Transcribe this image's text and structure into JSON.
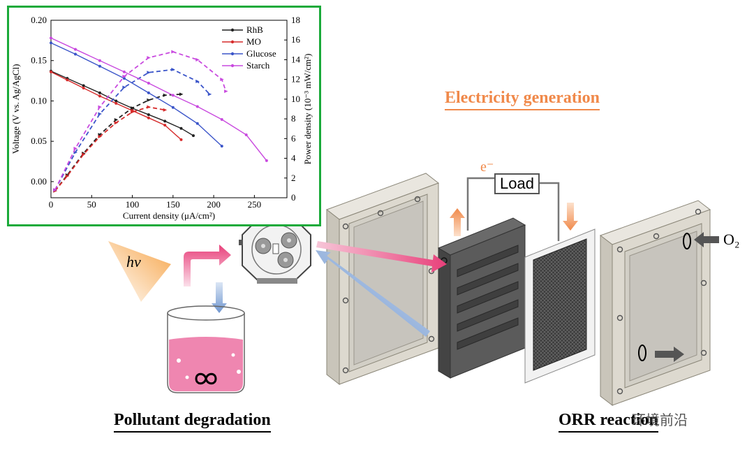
{
  "chart_data": {
    "type": "line",
    "xlabel": "Current density (μA/cm²)",
    "ylabel_left": "Voltage (V vs. Ag/AgCl)",
    "ylabel_right": "Power density (10⁻³ mW/cm²)",
    "xlim": [
      0,
      290
    ],
    "ylim_left": [
      -0.02,
      0.2
    ],
    "ylim_right": [
      0,
      18
    ],
    "x_ticks": [
      0,
      50,
      100,
      150,
      200,
      250
    ],
    "y_left_ticks": [
      "0.00",
      "0.05",
      "0.10",
      "0.15",
      "0.20"
    ],
    "y_right_ticks": [
      0,
      2,
      4,
      6,
      8,
      10,
      12,
      14,
      16,
      18
    ],
    "legend_position": "top-right",
    "series": [
      {
        "name": "RhB",
        "color": "#222222",
        "voltage": {
          "x": [
            0,
            20,
            40,
            60,
            80,
            100,
            120,
            140,
            160,
            175
          ],
          "y": [
            0.137,
            0.128,
            0.119,
            0.11,
            0.1,
            0.091,
            0.083,
            0.075,
            0.066,
            0.057
          ]
        },
        "power": {
          "x": [
            5,
            20,
            40,
            60,
            80,
            100,
            120,
            140,
            160
          ],
          "y": [
            0.7,
            2.3,
            4.5,
            6.4,
            7.9,
            9.1,
            9.9,
            10.4,
            10.5
          ]
        }
      },
      {
        "name": "MO",
        "color": "#d62b2b",
        "voltage": {
          "x": [
            0,
            20,
            40,
            60,
            80,
            100,
            120,
            140,
            160
          ],
          "y": [
            0.136,
            0.126,
            0.116,
            0.106,
            0.097,
            0.088,
            0.079,
            0.07,
            0.052
          ]
        },
        "power": {
          "x": [
            5,
            20,
            40,
            60,
            80,
            100,
            120,
            140
          ],
          "y": [
            0.7,
            2.2,
            4.4,
            6.2,
            7.6,
            8.7,
            9.2,
            8.9
          ]
        }
      },
      {
        "name": "Glucose",
        "color": "#3b55c9",
        "voltage": {
          "x": [
            0,
            30,
            60,
            90,
            120,
            150,
            180,
            210
          ],
          "y": [
            0.172,
            0.158,
            0.143,
            0.128,
            0.11,
            0.092,
            0.072,
            0.044
          ]
        },
        "power": {
          "x": [
            5,
            30,
            60,
            90,
            120,
            150,
            180,
            195
          ],
          "y": [
            0.8,
            4.6,
            8.5,
            11.2,
            12.7,
            13.0,
            11.8,
            10.5
          ]
        }
      },
      {
        "name": "Starch",
        "color": "#c94adf",
        "voltage": {
          "x": [
            0,
            30,
            60,
            90,
            120,
            150,
            180,
            210,
            240,
            265
          ],
          "y": [
            0.178,
            0.164,
            0.15,
            0.136,
            0.122,
            0.107,
            0.093,
            0.077,
            0.058,
            0.026
          ]
        },
        "power": {
          "x": [
            5,
            30,
            60,
            90,
            120,
            150,
            180,
            210,
            215
          ],
          "y": [
            0.8,
            5.0,
            9.2,
            12.3,
            14.2,
            14.8,
            14.0,
            12.0,
            10.8
          ]
        }
      }
    ]
  },
  "labels": {
    "electricity_generation": "Electricity generation",
    "pollutant_degradation": "Pollutant degradation",
    "orr_reaction": "ORR reaction",
    "load": "Load",
    "electron": "e⁻",
    "light": "hv",
    "oxygen_top": "O₂",
    "watermark": "环境前沿"
  },
  "colors": {
    "frame_green": "#1aaa3a",
    "accent_orange": "#f0894a",
    "pink_flow": "#e8407a",
    "blue_flow": "#6f96cf",
    "solution_pink": "#ef86b0"
  }
}
